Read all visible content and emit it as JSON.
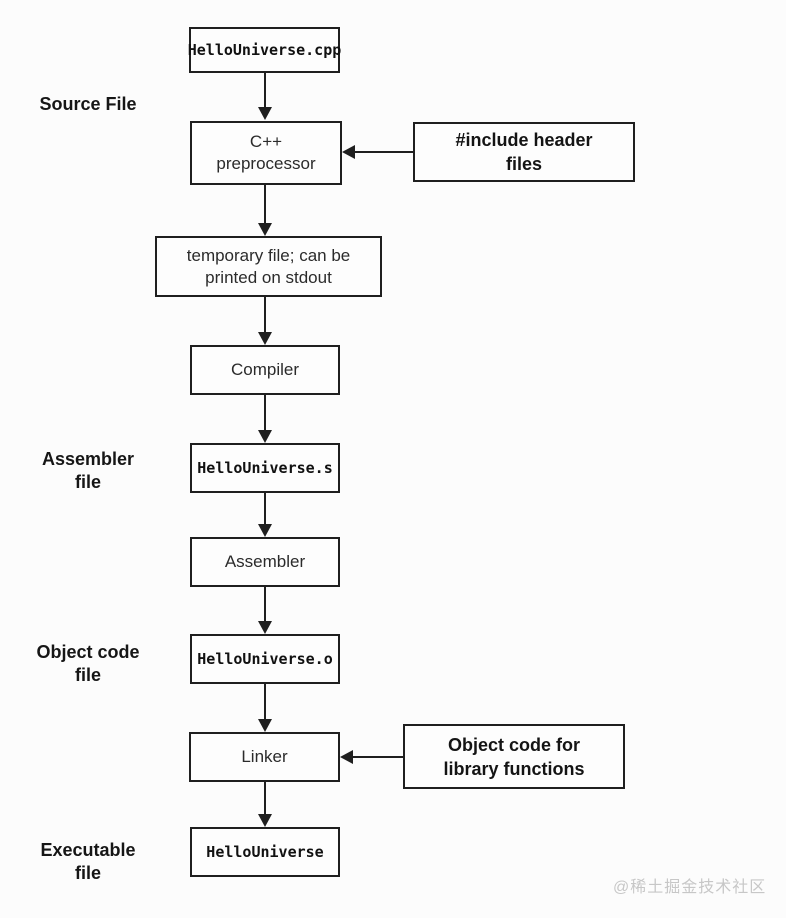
{
  "page": {
    "background": "#fcfcfc",
    "line_color": "#1f1f1f"
  },
  "flow": {
    "nodes": [
      {
        "id": "hellouniverse-cpp",
        "label": "HelloUniverse.cpp",
        "mono": true
      },
      {
        "id": "cpp-preprocessor",
        "label": "C++\npreprocessor",
        "mono": false
      },
      {
        "id": "temporary-file",
        "label": "temporary file; can be\nprinted on stdout",
        "mono": false
      },
      {
        "id": "compiler",
        "label": "Compiler",
        "mono": false
      },
      {
        "id": "hellouniverse-s",
        "label": "HelloUniverse.s",
        "mono": true
      },
      {
        "id": "assembler",
        "label": "Assembler",
        "mono": false
      },
      {
        "id": "hellouniverse-o",
        "label": "HelloUniverse.o",
        "mono": true
      },
      {
        "id": "linker",
        "label": "Linker",
        "mono": false
      },
      {
        "id": "hellouniverse-exe",
        "label": "HelloUniverse",
        "mono": true
      }
    ],
    "callouts": [
      {
        "id": "include-header-files",
        "label": "#include header\nfiles"
      },
      {
        "id": "object-code-library",
        "label": "Object code for\nlibrary functions"
      }
    ],
    "side_labels": [
      {
        "id": "source-file",
        "label": "Source File"
      },
      {
        "id": "assembler-file",
        "label": "Assembler\nfile"
      },
      {
        "id": "object-code-file",
        "label": "Object code\nfile"
      },
      {
        "id": "executable-file",
        "label": "Executable\nfile"
      }
    ],
    "watermark": "@稀土掘金技术社区"
  }
}
